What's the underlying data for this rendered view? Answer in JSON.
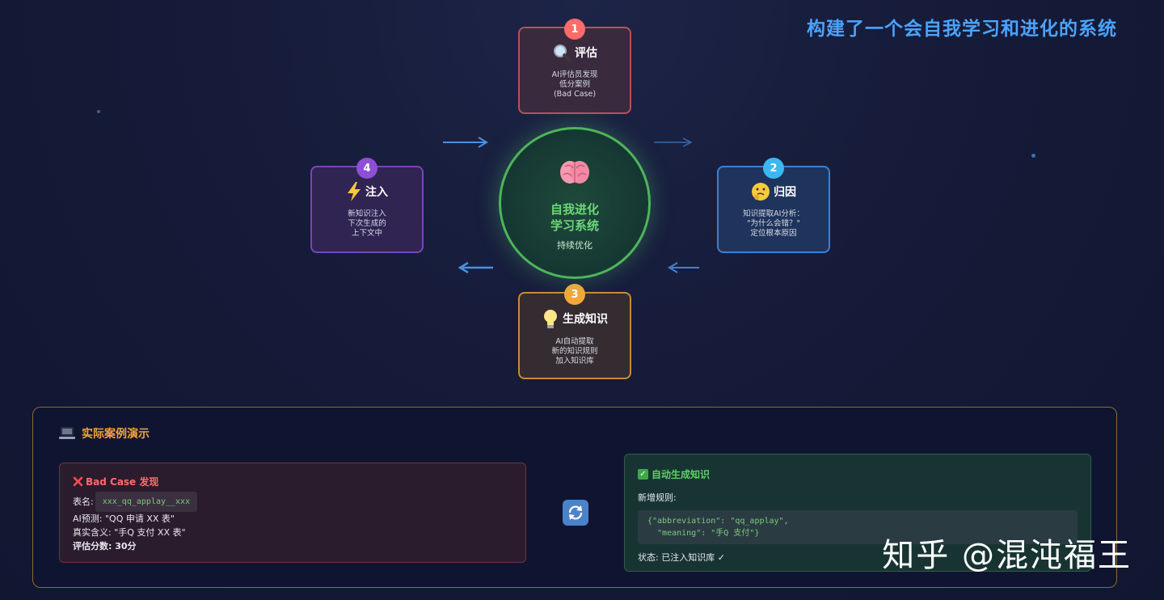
{
  "header": {
    "title": "构建了一个会自我学习和进化的系统"
  },
  "hub": {
    "icon": "brain-icon",
    "title_line1": "自我进化",
    "title_line2": "学习系统",
    "subtitle": "持续优化"
  },
  "steps": [
    {
      "number": "1",
      "icon": "magnifier-icon",
      "title": "评估",
      "lines": [
        "AI评估员发现",
        "低分案例",
        "(Bad Case)"
      ],
      "color": "#ff6b6b"
    },
    {
      "number": "2",
      "icon": "thinking-face-icon",
      "title": "归因",
      "lines": [
        "知识提取AI分析：",
        "\"为什么会错？\"",
        "定位根本原因"
      ],
      "color": "#3bb8f0"
    },
    {
      "number": "3",
      "icon": "lightbulb-icon",
      "title": "生成知识",
      "lines": [
        "AI自动提取",
        "新的知识规则",
        "加入知识库"
      ],
      "color": "#f4a73a"
    },
    {
      "number": "4",
      "icon": "lightning-icon",
      "title": "注入",
      "lines": [
        "新知识注入",
        "下次生成的",
        "上下文中"
      ],
      "color": "#8c4fd6"
    }
  ],
  "demo": {
    "icon": "laptop-icon",
    "title": "实际案例演示",
    "bad_case": {
      "title": "Bad Case 发现",
      "table_label": "表名:",
      "table_value": "xxx_qq_applay__xxx",
      "prediction": "AI预测: \"QQ 申请 XX 表\"",
      "meaning": "真实含义: \"手Q 支付 XX 表\"",
      "score": "评估分数: 30分"
    },
    "knowledge": {
      "title": "自动生成知识",
      "rule_label": "新增规则:",
      "code_line1": "{\"abbreviation\": \"qq_applay\",",
      "code_line2": "  \"meaning\": \"手Q 支付\"}",
      "status": "状态: 已注入知识库 ✓"
    }
  },
  "watermark": "知乎 @混沌福王"
}
